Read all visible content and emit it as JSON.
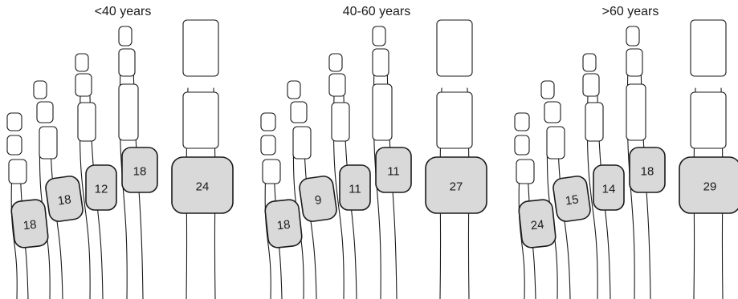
{
  "panels": [
    {
      "title": "<40 years",
      "values": [
        "18",
        "18",
        "12",
        "18",
        "24"
      ]
    },
    {
      "title": "40-60 years",
      "values": [
        "18",
        "9",
        "11",
        "11",
        "27"
      ]
    },
    {
      "title": ">60 years",
      "values": [
        "24",
        "15",
        "14",
        "18",
        "29"
      ]
    }
  ]
}
